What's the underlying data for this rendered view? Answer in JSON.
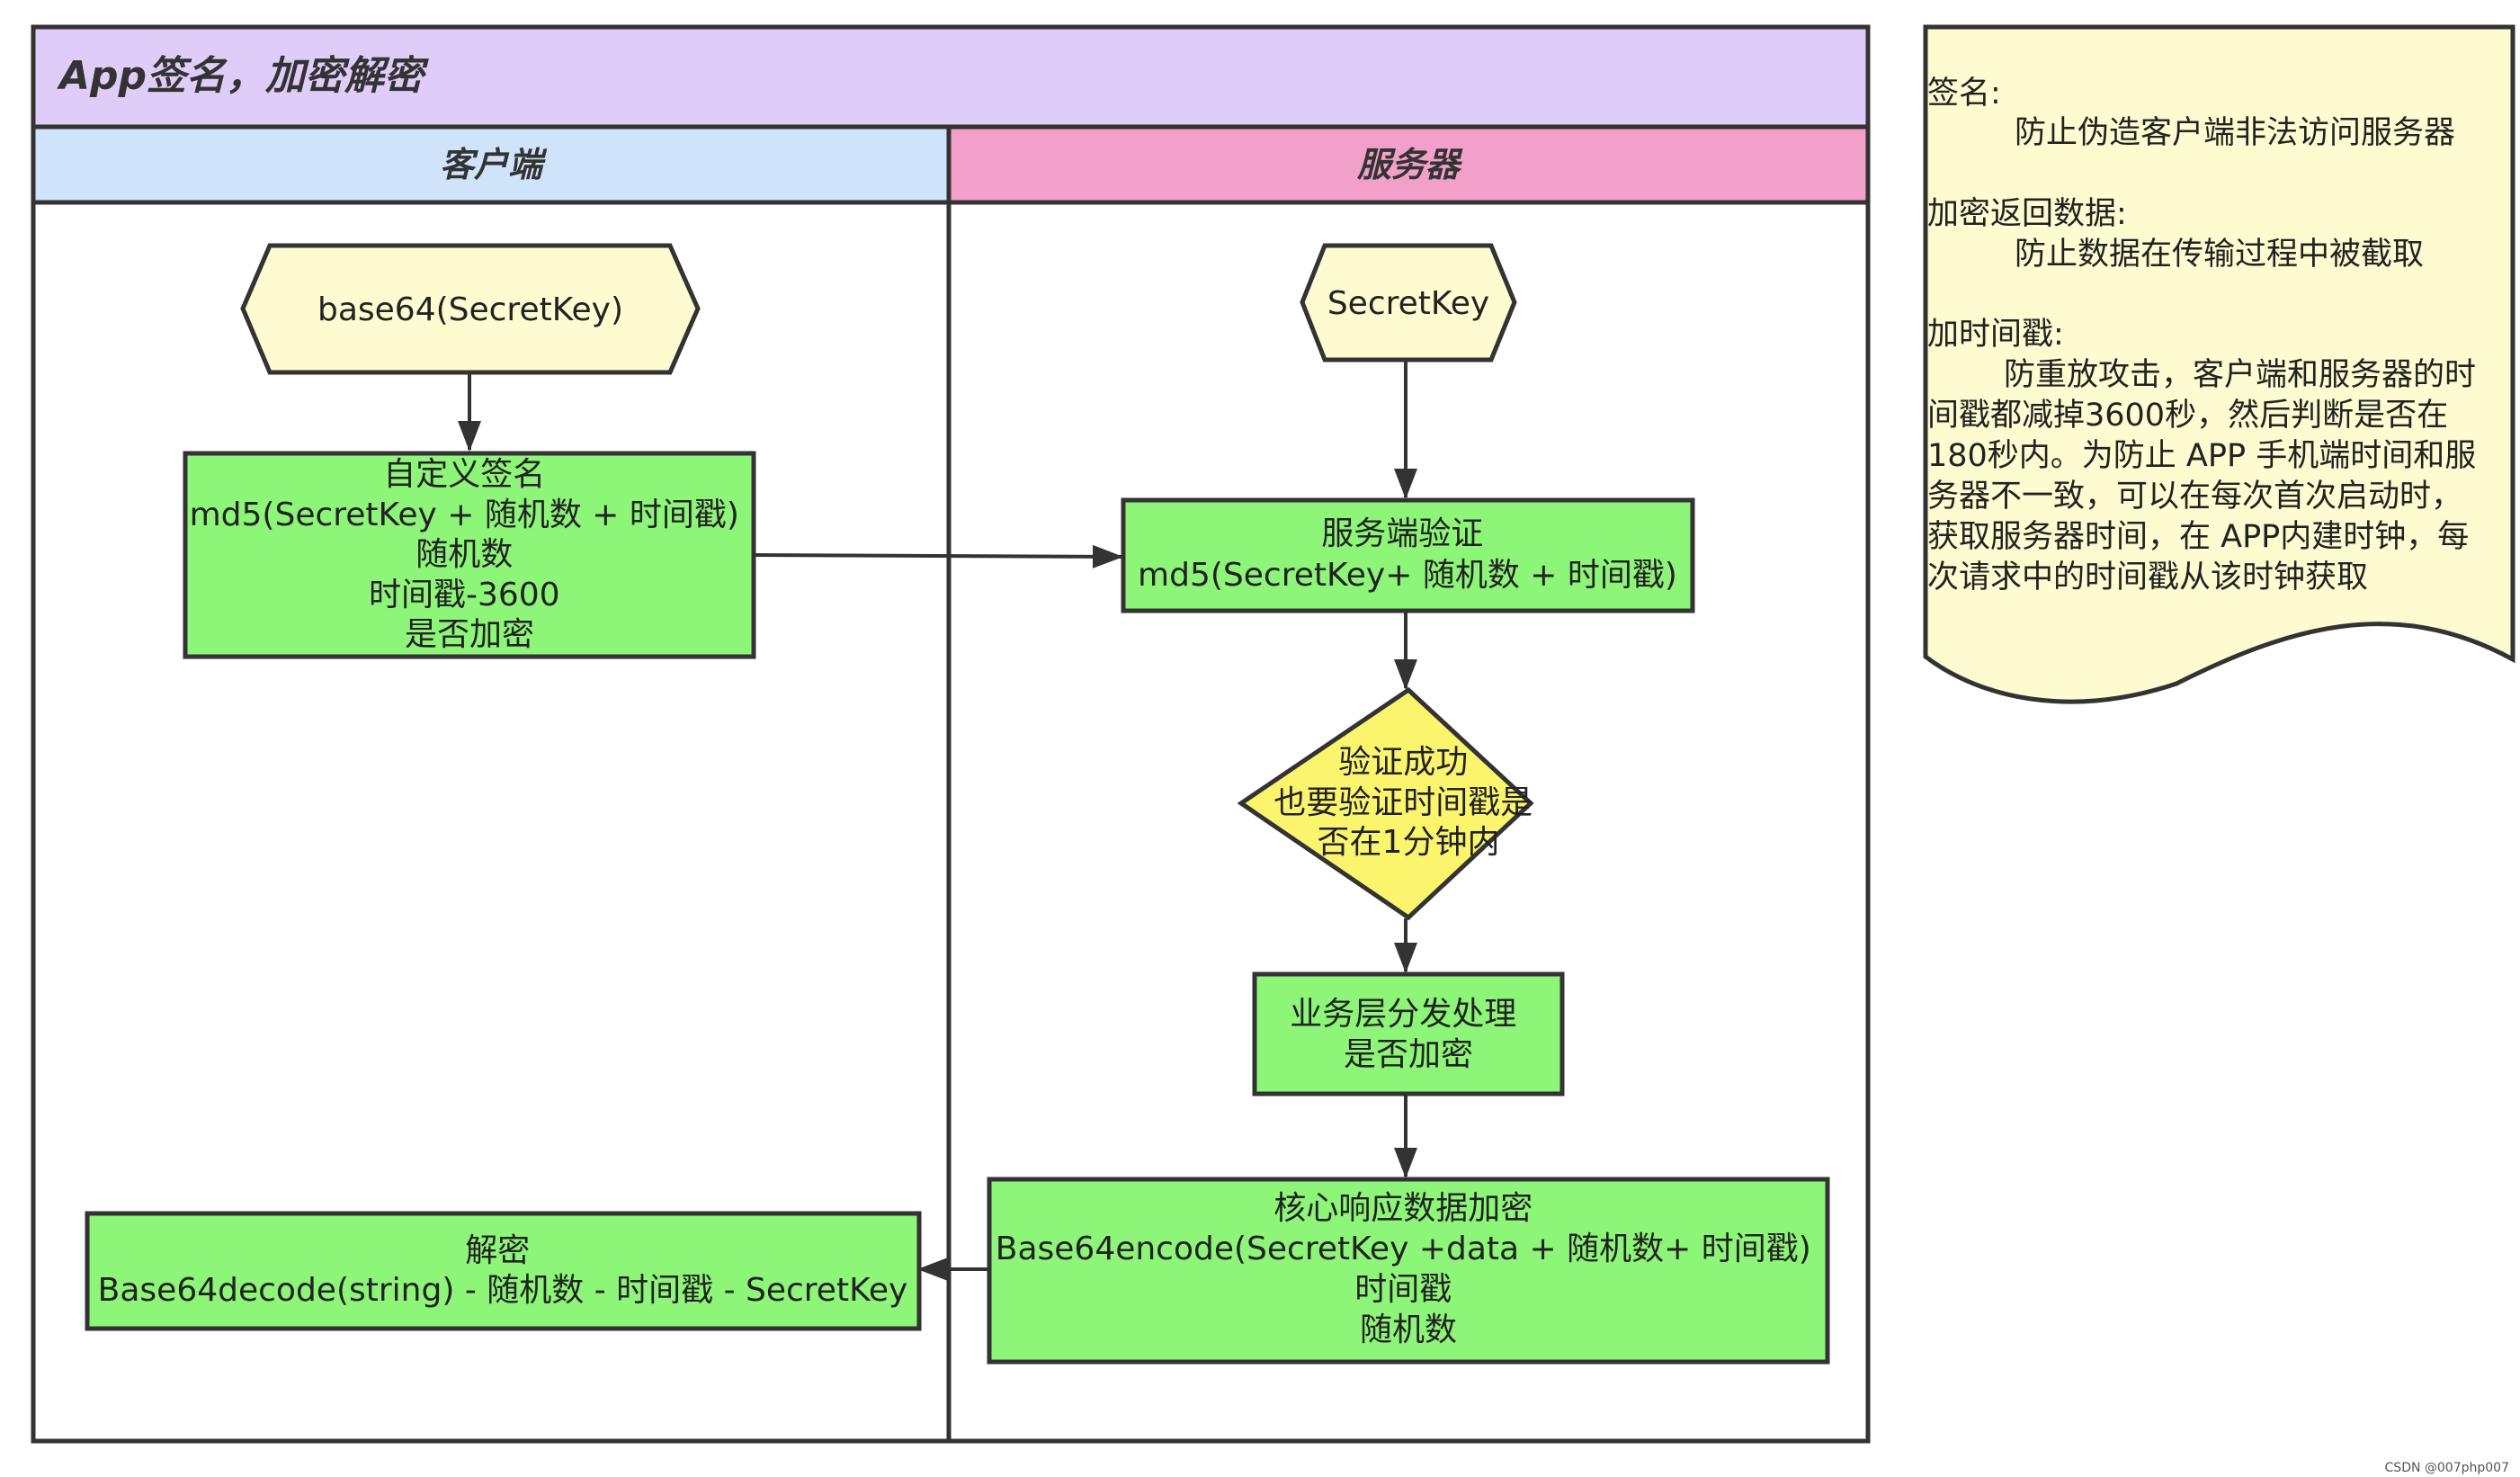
{
  "title": "App签名，加密解密",
  "lanes": {
    "client": "客户端",
    "server": "服务器"
  },
  "nodes": {
    "client_key": "base64(SecretKey)",
    "custom_sign": [
      "自定义签名",
      "md5(SecretKey + 随机数 + 时间戳)",
      "随机数",
      "时间戳-3600",
      "是否加密"
    ],
    "server_key": "SecretKey",
    "server_verify": [
      "服务端验证",
      "md5(SecretKey+ 随机数 + 时间戳)"
    ],
    "verify_decision": [
      "验证成功",
      "也要验证时间戳是",
      "否在1分钟内"
    ],
    "business": [
      "业务层分发处理",
      "是否加密"
    ],
    "core_encrypt": [
      "核心响应数据加密",
      "Base64encode(SecretKey +data + 随机数+ 时间戳)",
      "时间戳",
      "随机数"
    ],
    "decrypt": [
      "解密",
      "Base64decode(string) - 随机数 - 时间戳 - SecretKey"
    ]
  },
  "note": [
    "签名:",
    "防止伪造客户端非法访问服务器",
    "",
    "加密返回数据:",
    "防止数据在传输过程中被截取",
    "",
    "加时间戳:",
    "防重放攻击，客户端和服务器的时",
    "间戳都减掉3600秒，然后判断是否在",
    "180秒内。为防止 APP 手机端时间和服",
    "务器不一致，可以在每次首次启动时，",
    "获取服务器时间，在 APP内建时钟，每",
    "次请求中的时间戳从该时钟获取"
  ],
  "watermark": "CSDN @007php007",
  "colors": {
    "title_bar": "#e0ccf9",
    "client_header": "#cfe3fb",
    "server_header": "#f29fca",
    "process": "#8df578",
    "start": "#fdfbd0",
    "decision": "#fbf56e",
    "note": "#fdfbd0",
    "stroke": "#333333"
  }
}
